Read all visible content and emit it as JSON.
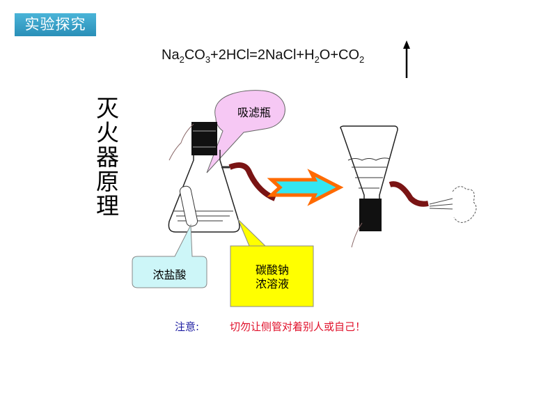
{
  "badge": "实验探究",
  "equation": {
    "p1": "Na",
    "s1": "2",
    "p2": "CO",
    "s2": "3",
    "p3": "+2HCl=2NaCl+H",
    "s3": "2",
    "p4": "O+CO",
    "s4": "2"
  },
  "side_title": [
    "灭",
    "火",
    "器",
    "原",
    "理"
  ],
  "callouts": {
    "flask": "吸滤瓶",
    "acid": "浓盐酸",
    "solution_l1": "碳酸钠",
    "solution_l2": "浓溶液"
  },
  "note": {
    "label": "注意:",
    "text": "切勿让侧管对着别人或自己！"
  },
  "colors": {
    "badge": "#2a8fb8",
    "note_label": "#1a1aa0",
    "note_text": "#e0102a",
    "pink": "#f6c8f4",
    "cyan": "#cdf6f8",
    "yellow": "#ffff00"
  }
}
